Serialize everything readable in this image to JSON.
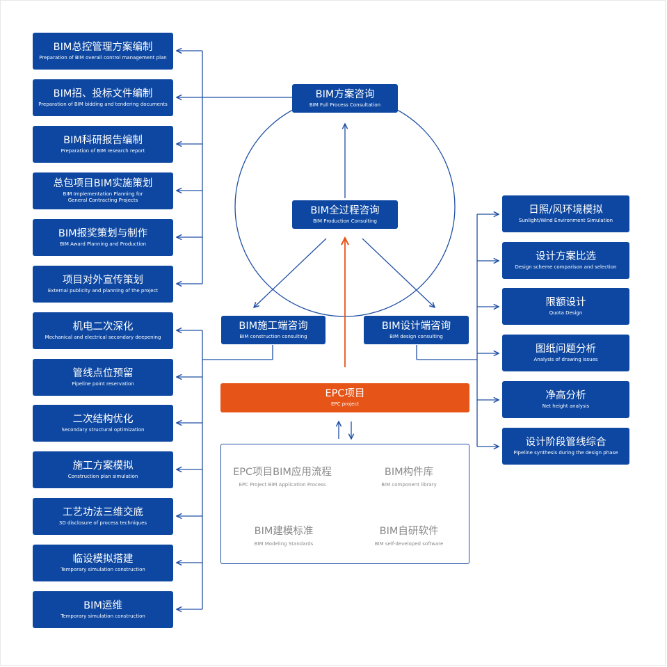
{
  "colors": {
    "primary": "#0d47a1",
    "accent": "#e65417",
    "line": "#1f4fa3",
    "muted": "#8a8a8a"
  },
  "left_boxes": [
    {
      "title": "BIM总控管理方案编制",
      "subtitle": "Preparation of BIM overall control management plan"
    },
    {
      "title": "BIM招、投标文件编制",
      "subtitle": "Preparation of BIM bidding and tendering documents"
    },
    {
      "title": "BIM科研报告编制",
      "subtitle": "Preparation of BIM research report"
    },
    {
      "title": "总包项目BIM实施策划",
      "subtitle": "BIM Implementation Planning for\nGeneral Contracting Projects"
    },
    {
      "title": "BIM报奖策划与制作",
      "subtitle": "BIM Award Planning and Production"
    },
    {
      "title": "项目对外宣传策划",
      "subtitle": "External publicity and planning of the project"
    },
    {
      "title": "机电二次深化",
      "subtitle": "Mechanical and electrical secondary deepening"
    },
    {
      "title": "管线点位预留",
      "subtitle": "Pipeline point reservation"
    },
    {
      "title": "二次结构优化",
      "subtitle": "Secondary structural optimization"
    },
    {
      "title": "施工方案模拟",
      "subtitle": "Construction plan simulation"
    },
    {
      "title": "工艺功法三维交底",
      "subtitle": "3D disclosure of process techniques"
    },
    {
      "title": "临设模拟搭建",
      "subtitle": "Temporary simulation construction"
    },
    {
      "title": "BIM运维",
      "subtitle": "Temporary simulation construction"
    }
  ],
  "right_boxes": [
    {
      "title": "日照/风环境模拟",
      "subtitle": "Sunlight/Wind Environment Simulation"
    },
    {
      "title": "设计方案比选",
      "subtitle": "Design scheme comparison and selection"
    },
    {
      "title": "限额设计",
      "subtitle": "Quota Design"
    },
    {
      "title": "图纸问题分析",
      "subtitle": "Analysis of drawing issues"
    },
    {
      "title": "净高分析",
      "subtitle": "Net height analysis"
    },
    {
      "title": "设计阶段管线综合",
      "subtitle": "Pipeline synthesis during the design phase"
    }
  ],
  "center": {
    "scheme": {
      "title": "BIM方案咨询",
      "subtitle": "BIM Full Process Consultation"
    },
    "full_process": {
      "title": "BIM全过程咨询",
      "subtitle": "BIM Production Consulting"
    },
    "construction": {
      "title": "BIM施工端咨询",
      "subtitle": "BIM construction consulting"
    },
    "design": {
      "title": "BIM设计端咨询",
      "subtitle": "BIM design consulting"
    },
    "epc": {
      "title": "EPC项目",
      "subtitle": "EPC project"
    }
  },
  "panel": [
    {
      "title": "EPC项目BIM应用流程",
      "subtitle": "EPC Project BIM Application Process"
    },
    {
      "title": "BIM构件库",
      "subtitle": "BIM component library"
    },
    {
      "title": "BIM建模标准",
      "subtitle": "BIM Modeling Standards"
    },
    {
      "title": "BIM自研软件",
      "subtitle": "BIM self-developed software"
    }
  ]
}
